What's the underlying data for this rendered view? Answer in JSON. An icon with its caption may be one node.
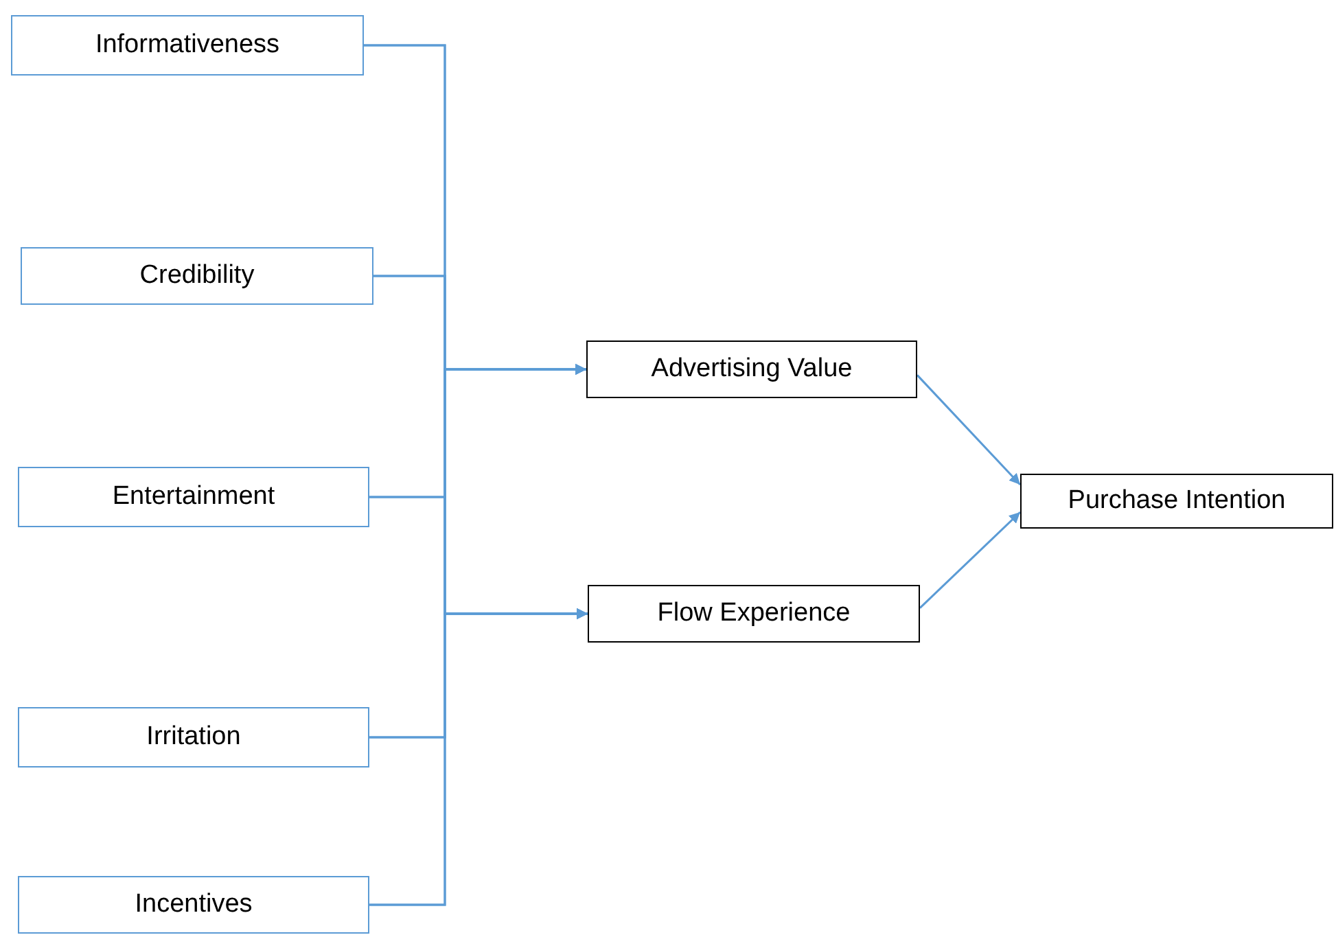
{
  "diagram": {
    "nodes": [
      {
        "text": [
          "Informativeness"
        ]
      },
      {
        "text": [
          "Credibility"
        ]
      },
      {
        "text": [
          "Entertainment"
        ]
      },
      {
        "text": [
          "Irritation"
        ]
      },
      {
        "text": [
          "Incentives"
        ]
      },
      {
        "text": [
          "Advertising Value"
        ]
      },
      {
        "text": [
          "Flow Experience"
        ]
      },
      {
        "text": [
          "Purchase Intention"
        ]
      }
    ],
    "edges": [
      {
        "from": 0,
        "to": 5,
        "arrow": "to"
      },
      {
        "from": 1,
        "to": 5,
        "arrow": "to"
      },
      {
        "from": 2,
        "to": 5,
        "arrow": "to"
      },
      {
        "from": 3,
        "to": 5,
        "arrow": "to"
      },
      {
        "from": 4,
        "to": 5,
        "arrow": "to"
      },
      {
        "from": 0,
        "to": 6,
        "arrow": "to"
      },
      {
        "from": 1,
        "to": 6,
        "arrow": "to"
      },
      {
        "from": 2,
        "to": 6,
        "arrow": "to"
      },
      {
        "from": 3,
        "to": 6,
        "arrow": "to"
      },
      {
        "from": 4,
        "to": 6,
        "arrow": "to"
      },
      {
        "from": 5,
        "to": 7,
        "arrow": "to"
      },
      {
        "from": 6,
        "to": 7,
        "arrow": "to"
      }
    ]
  }
}
